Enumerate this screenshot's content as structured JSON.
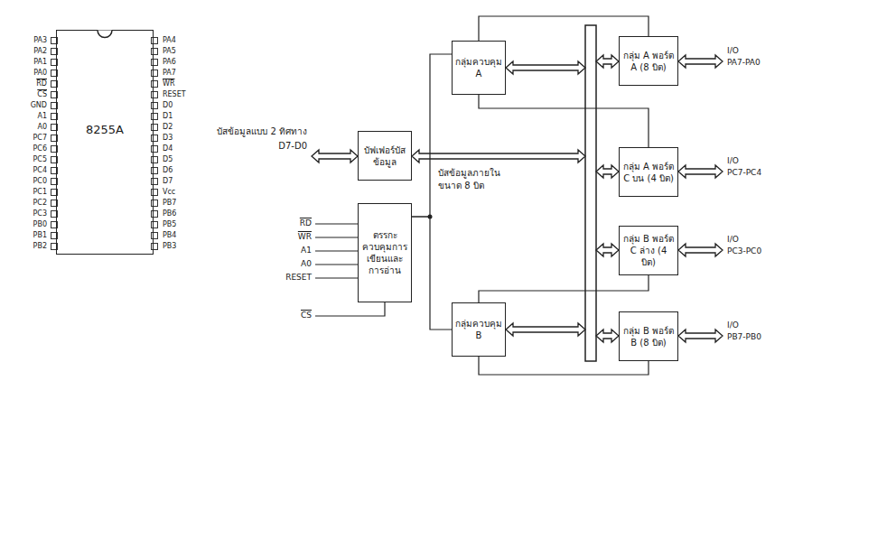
{
  "diagram": {
    "nodes": [
      {
        "text": [
          "8255A"
        ]
      },
      {
        "text": [
          "กลุ่มควบคุม A"
        ]
      },
      {
        "text": [
          "กลุ่ม A พอร์ต A (8 บิต)"
        ]
      },
      {
        "text": [
          "บัฟเฟอร์บัสข้อมูล"
        ]
      },
      {
        "text": [
          "กลุ่ม A พอร์ต C บน (4 บิต)"
        ]
      },
      {
        "text": [
          "กลุ่ม B พอร์ต C ล่าง (4 บิต)"
        ]
      },
      {
        "text": [
          "ตรรกะควบคุมการเขียนและการอ่าน"
        ]
      },
      {
        "text": [
          "กลุ่มควบคุม B"
        ]
      },
      {
        "text": [
          "กลุ่ม B พอร์ต B (8 บิต)"
        ]
      }
    ],
    "edges": [
      {
        "from": 1,
        "to": 2,
        "arrow": "none"
      },
      {
        "from": 1,
        "to": 4,
        "arrow": "none"
      },
      {
        "from": 7,
        "to": 5,
        "arrow": "none"
      },
      {
        "from": 7,
        "to": 8,
        "arrow": "none"
      },
      {
        "from": 6,
        "to": 1,
        "arrow": "none"
      },
      {
        "from": 6,
        "to": 7,
        "arrow": "none"
      }
    ],
    "labels": [
      "PA3",
      "PA2",
      "PA1",
      "PA0",
      "RD",
      "CS",
      "GND",
      "A1",
      "A0",
      "PC7",
      "PC6",
      "PC5",
      "PC4",
      "PC0",
      "PC1",
      "PC2",
      "PC3",
      "PB0",
      "PB1",
      "PB2",
      "PA4",
      "PA5",
      "PA6",
      "PA7",
      "WR",
      "RESET",
      "D0",
      "D1",
      "D2",
      "D3",
      "D4",
      "D5",
      "D6",
      "D7",
      "Vcc",
      "PB7",
      "PB6",
      "PB5",
      "PB4",
      "PB3",
      "บัสข้อมูลแบบ 2 ทิศทาง",
      "D7-D0",
      "บัสข้อมูลภายใน",
      "ขนาด 8 บิต",
      "RD",
      "WR",
      "A1",
      "A0",
      "RESET",
      "CS",
      "I/O",
      "PA7-PA0",
      "I/O",
      "PC7-PC4",
      "I/O",
      "PC3-PC0",
      "I/O",
      "PB7-PB0"
    ]
  }
}
